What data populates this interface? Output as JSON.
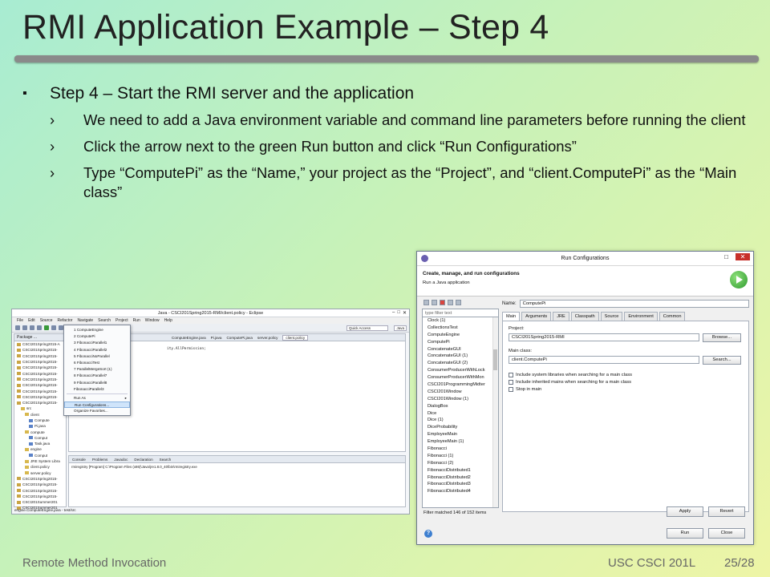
{
  "slide": {
    "title": "RMI Application Example – Step 4",
    "bullet_main": "Step 4 – Start the RMI server and the application",
    "sub_bullets": [
      "We need to add a Java environment variable and command line parameters before running the client",
      "Click the arrow next to the green Run button and click “Run Configurations”",
      "Type “ComputePi” as the “Name,” your project as the “Project”, and “client.ComputePi” as the “Main class”"
    ],
    "footer_left": "Remote Method Invocation",
    "footer_course": "USC CSCI 201L",
    "footer_page": "25/28"
  },
  "eclipse": {
    "window_title": "Java - CSCI201Spring2015-RMI/client.policy - Eclipse",
    "menu": [
      "File",
      "Edit",
      "Source",
      "Refactor",
      "Navigate",
      "Search",
      "Project",
      "Run",
      "Window",
      "Help"
    ],
    "quick_access": "Quick Access",
    "perspective": "Java",
    "package_tab": "Package ...",
    "tree": [
      "CSCI201Spring2015-A",
      "CSCI201Spring2015-",
      "CSCI201Spring2015-",
      "CSCI201Spring2015-",
      "CSCI201Spring2015-",
      "CSCI201Spring2015-",
      "CSCI201Spring2015-",
      "CSCI201Spring2015-",
      "CSCI201Spring2015-",
      "CSCI201Spring2015-",
      "CSCI201Spring2015-",
      "src",
      "client",
      "Compute",
      "Pi.java",
      "compute",
      "Comput",
      "Task.java",
      "engine",
      "Comput",
      "JRE System Libra",
      "client.policy",
      "server.policy",
      "CSCI201Spring2015-",
      "CSCI201Spring2015-",
      "CSCI201Spring2015-",
      "CSCI201Spring2015-",
      "CSCI201Summer201",
      "CSCI201Summer201"
    ],
    "editor_tabs": [
      "ComputeEngine.java",
      "Pi.java",
      "ComputePi.java",
      "server.policy",
      "client.policy"
    ],
    "code_line": "ity.AllPermission;",
    "run_menu": [
      "1 ComputeEngine",
      "2 ComputePi",
      "3 FibonacciParallel1",
      "4 FibonacciParallel2",
      "5 FibonacciNoParallel",
      "6 FibonacciTest",
      "7 ParallelMergeSort (1)",
      "8 FibonacciParallel7",
      "9 FibonacciParallel8",
      "FibonacciParallel3"
    ],
    "run_menu_extra": [
      "Run As",
      "Run Configurations...",
      "Organize Favorites..."
    ],
    "console_tabs": [
      "Console",
      "Problems",
      "Javadoc",
      "Declaration",
      "Search"
    ],
    "console_line": "rmiregistry [Program] C:\\Program Files (x86)\\Java\\jre1.8.0_40\\bin\\rmiregistry.exe",
    "status_bar": "engine.ComputeEngine.java - test/src"
  },
  "dialog": {
    "title": "Run Configurations",
    "header_title": "Create, manage, and run configurations",
    "header_sub": "Run a Java application",
    "filter_placeholder": "type filter text",
    "configs": [
      "Clock (1)",
      "CollectionsTest",
      "ComputeEngine",
      "ComputePi",
      "ConcatenateGUI",
      "ConcatenateGUI (1)",
      "ConcatenateGUI (2)",
      "ConsumerProducerWithLock",
      "ConsumerProducerWithMon",
      "CSCI201ProgrammingMidter",
      "CSCI201Window",
      "CSCI201Window (1)",
      "DialogBox",
      "Dice",
      "Dice (1)",
      "DiceProbability",
      "EmployeeMain",
      "EmployeeMain (1)",
      "Fibonacci",
      "Fibonacci (1)",
      "Fibonacci (2)",
      "FibonacciDistributed1",
      "FibonacciDistributed2",
      "FibonacciDistributed3",
      "FibonacciDistributed4"
    ],
    "filter_status": "Filter matched 146 of 152 items",
    "name_label": "Name:",
    "name_value": "ComputePi",
    "tabs": [
      "Main",
      "Arguments",
      "JRE",
      "Classpath",
      "Source",
      "Environment",
      "Common"
    ],
    "project_label": "Project:",
    "project_value": "CSCI201Spring2015-RMI",
    "browse_label": "Browse...",
    "main_class_label": "Main class:",
    "main_class_value": "client.ComputePi",
    "search_label": "Search...",
    "checkboxes": [
      "Include system libraries when searching for a main class",
      "Include inherited mains when searching for a main class",
      "Stop in main"
    ],
    "apply_label": "Apply",
    "revert_label": "Revert",
    "run_label": "Run",
    "close_label": "Close",
    "help_icon": "?",
    "window_controls": [
      "–",
      "□",
      "✕"
    ]
  },
  "colors": {
    "background_start": "#a8ecd2",
    "background_end": "#eef5a6",
    "title_rule": "#8a8a8a",
    "run_green": "#2e9a2e"
  }
}
